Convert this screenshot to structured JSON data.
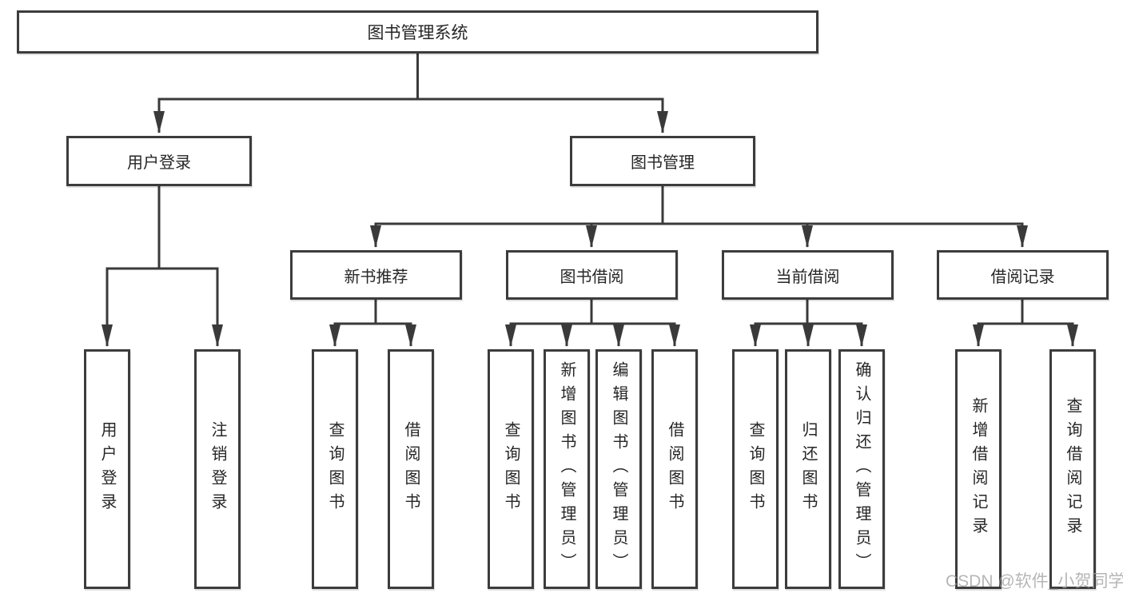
{
  "diagram": {
    "type": "hierarchy-tree",
    "colors": {
      "line": "#3a3a3a",
      "box_border": "#3c3c3c",
      "text": "#262626",
      "background": "#ffffff",
      "watermark": "#9e9e9e"
    },
    "tree": {
      "root": {
        "label": "图书管理系统"
      },
      "level2": [
        {
          "label": "用户登录"
        },
        {
          "label": "图书管理"
        }
      ],
      "level3": [
        {
          "label": "新书推荐",
          "parent": "图书管理"
        },
        {
          "label": "图书借阅",
          "parent": "图书管理"
        },
        {
          "label": "当前借阅",
          "parent": "图书管理"
        },
        {
          "label": "借阅记录",
          "parent": "图书管理"
        }
      ],
      "leaves": [
        {
          "label": "用户登录",
          "parent": "用户登录"
        },
        {
          "label": "注销登录",
          "parent": "用户登录"
        },
        {
          "label": "查询图书",
          "parent": "新书推荐"
        },
        {
          "label": "借阅图书",
          "parent": "新书推荐"
        },
        {
          "label": "查询图书",
          "parent": "图书借阅"
        },
        {
          "label": "新增图书（管理员）",
          "parent": "图书借阅"
        },
        {
          "label": "编辑图书（管理员）",
          "parent": "图书借阅"
        },
        {
          "label": "借阅图书",
          "parent": "图书借阅"
        },
        {
          "label": "查询图书",
          "parent": "当前借阅"
        },
        {
          "label": "归还图书",
          "parent": "当前借阅"
        },
        {
          "label": "确认归还（管理员）",
          "parent": "当前借阅"
        },
        {
          "label": "新增借阅记录",
          "parent": "借阅记录"
        },
        {
          "label": "查询借阅记录",
          "parent": "借阅记录"
        }
      ]
    }
  },
  "watermark": {
    "text": "CSDN @软件_小贺同学"
  }
}
